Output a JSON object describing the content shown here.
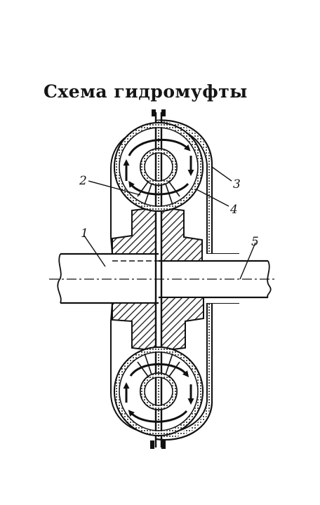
{
  "title": "Схема гидромуфты",
  "labels": {
    "l1": "1",
    "l2": "2",
    "l3": "3",
    "l4": "4",
    "l5": "5"
  }
}
